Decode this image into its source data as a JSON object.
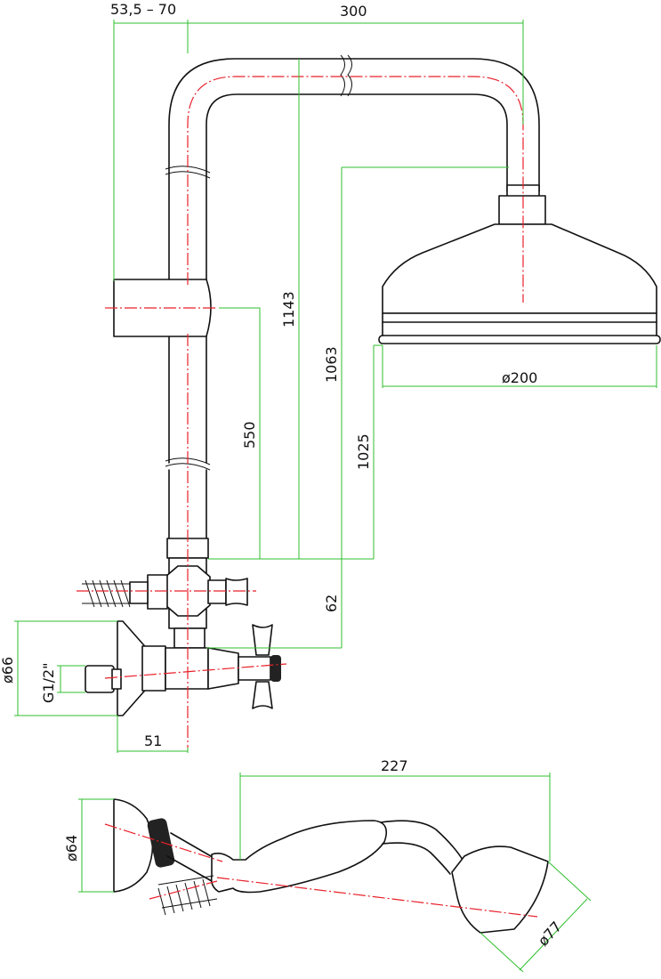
{
  "colors": {
    "outline": "#111111",
    "dimension_line": "#2fbf2f",
    "center_axis": "#e8202a",
    "background": "#ffffff"
  },
  "dimensions": {
    "wall_offset_range": "53,5  –  70",
    "arm_length": "300",
    "height_riser_top": "1143",
    "height_head_mount": "1063",
    "height_head_face": "1025",
    "height_slider": "550",
    "mixer_offset": "62",
    "head_diameter": "ø200",
    "flange_diameter": "ø66",
    "inlet_thread": "G1/2\"",
    "wall_to_axis": "51",
    "handshower_length": "227",
    "holder_diameter": "ø64",
    "handshower_head_diameter": "ø77"
  }
}
